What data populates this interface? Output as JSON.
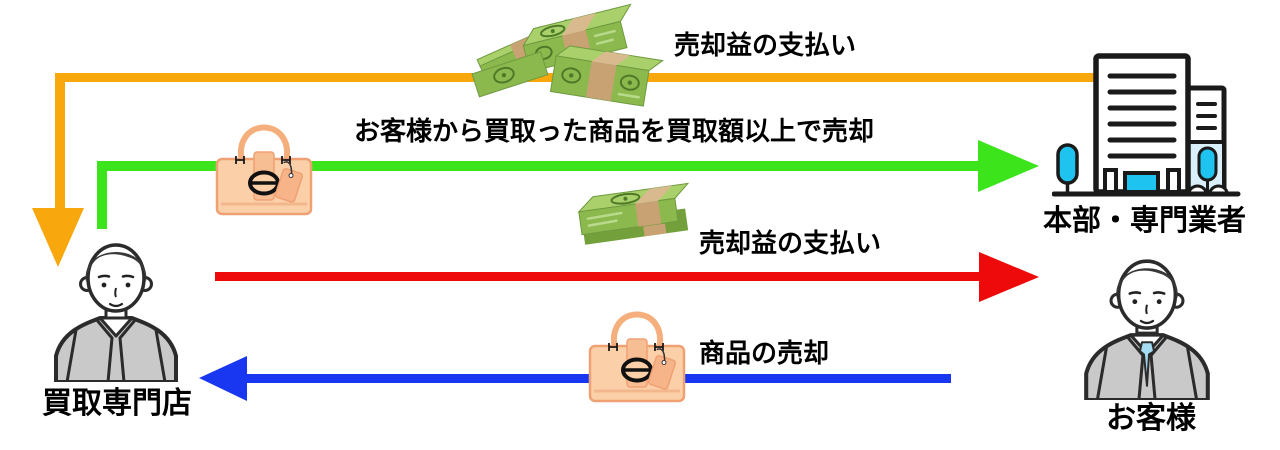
{
  "nodes": {
    "store": {
      "label": "買取専門店"
    },
    "headquarters": {
      "label": "本部・専門業者"
    },
    "customer": {
      "label": "お客様"
    }
  },
  "flows": {
    "hq_to_store_payment": {
      "label": "売却益の支払い",
      "color": "#F8A70D",
      "from": "本部・専門業者",
      "to": "買取専門店"
    },
    "store_to_hq_sale": {
      "label": "お客様から買取った商品を買取額以上で売却",
      "color": "#3CE41C",
      "from": "買取専門店",
      "to": "本部・専門業者"
    },
    "store_to_customer_payment": {
      "label": "売却益の支払い",
      "color": "#EE0A0A",
      "from": "買取専門店",
      "to": "お客様"
    },
    "customer_to_store_sale": {
      "label": "商品の売却",
      "color": "#1937F0",
      "from": "お客様",
      "to": "買取専門店"
    }
  },
  "palette": {
    "money_green": "#8CB94E",
    "money_green_top": "#A9D06A",
    "money_green_dark": "#74A03C",
    "money_edge": "#6E9A3F",
    "money_band": "#C9A274",
    "money_band_light": "#D8BA8E",
    "money_seal": "#4E7A28",
    "bag_body": "#FBCFA8",
    "bag_outline": "#F0A173",
    "bag_strap": "#F7BE94",
    "bag_handle": "#F5AF7D",
    "bag_tag": "#F7B488",
    "cyan": "#1FC3EF",
    "panel_blue": "#D9EFF9",
    "ink": "#1A1A1A",
    "suit_gray": "#C9C9C9",
    "tie_blue": "#A5DCF2"
  }
}
